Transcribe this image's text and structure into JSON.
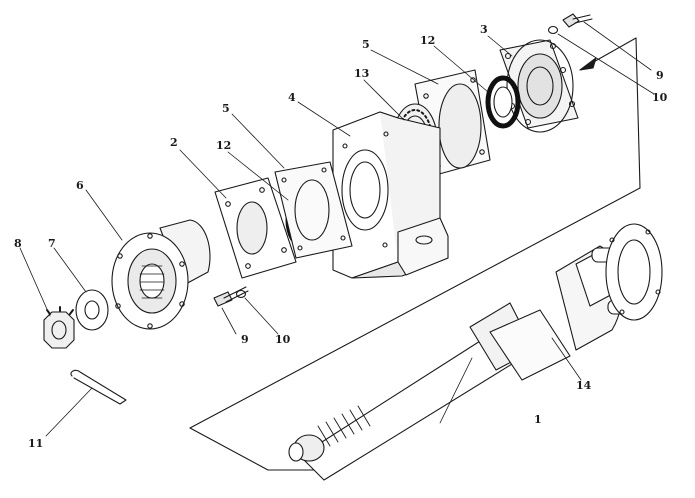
{
  "callouts": {
    "c1": "1",
    "c2": "2",
    "c3": "3",
    "c4": "4",
    "c5a": "5",
    "c5b": "5",
    "c6": "6",
    "c7": "7",
    "c8": "8",
    "c9a": "9",
    "c9b": "9",
    "c10a": "10",
    "c10b": "10",
    "c11": "11",
    "c12a": "12",
    "c12b": "12",
    "c13": "13",
    "c14": "14"
  },
  "colors": {
    "ink": "#1a1a1a",
    "paper": "#ffffff",
    "shade": "#d9d9d9"
  }
}
